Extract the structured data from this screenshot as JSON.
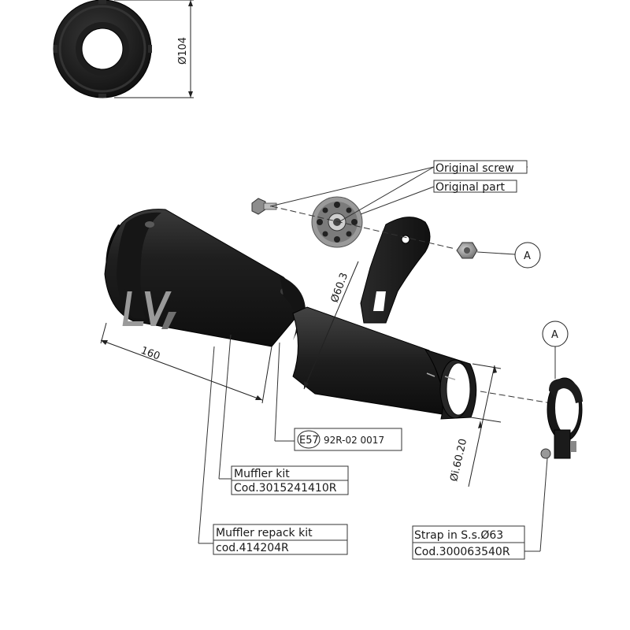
{
  "dimensions": {
    "end_cap_diameter": "Ø104",
    "length": "160",
    "inlet_diameter": "Ø60.3",
    "inner_diameter": "Øi.60.20"
  },
  "callouts": {
    "original_screw": "Original screw",
    "original_part": "Original part",
    "detail_marker": "A",
    "homologation_code": "E57",
    "homologation_number": "92R-02 0017",
    "muffler_kit": {
      "line1": "Muffler kit",
      "line2": "Cod.3015241410R"
    },
    "repack_kit": {
      "line1": "Muffler repack kit",
      "line2": "cod.414204R"
    },
    "strap": {
      "line1": "Strap in S.s.Ø63",
      "line2": "Cod.300063540R"
    }
  },
  "logo": {
    "text": "LV"
  },
  "colors": {
    "body": "#1c1c1c",
    "line": "#222222",
    "background": "#ffffff"
  }
}
